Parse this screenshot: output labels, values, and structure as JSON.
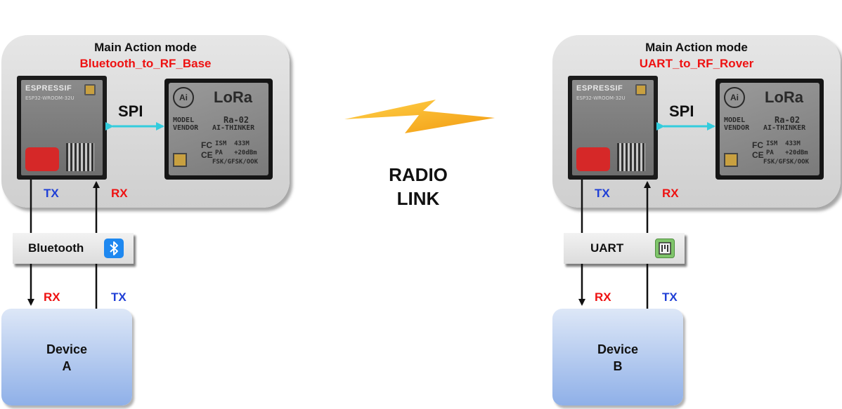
{
  "left": {
    "title": "Main Action mode",
    "subtitle": "Bluetooth_to_RF_Base",
    "esp_brand": "ESPRESSIF",
    "esp_model": "ESP32-WROOM-32U",
    "spi": "SPI",
    "lora_logo": "LoRa",
    "lora_model": "Ra-02",
    "lora_vendor": "AI-THINKER",
    "lora_line1": "MODEL",
    "lora_line2": "VENDOR",
    "lora_ism": "ISM  433M",
    "lora_pa": "PA   +20dBm",
    "lora_mod": "FSK/GFSK/OOK",
    "tx_top": "TX",
    "rx_top": "RX",
    "bar_label": "Bluetooth",
    "rx_bottom": "RX",
    "tx_bottom": "TX",
    "device_line1": "Device",
    "device_line2": "A"
  },
  "right": {
    "title": "Main Action mode",
    "subtitle": "UART_to_RF_Rover",
    "esp_brand": "ESPRESSIF",
    "esp_model": "ESP32-WROOM-32U",
    "spi": "SPI",
    "lora_logo": "LoRa",
    "lora_model": "Ra-02",
    "lora_vendor": "AI-THINKER",
    "lora_line1": "MODEL",
    "lora_line2": "VENDOR",
    "lora_ism": "ISM  433M",
    "lora_pa": "PA   +20dBm",
    "lora_mod": "FSK/GFSK/OOK",
    "tx_top": "TX",
    "rx_top": "RX",
    "bar_label": "UART",
    "rx_bottom": "RX",
    "tx_bottom": "TX",
    "device_line1": "Device",
    "device_line2": "B"
  },
  "center": {
    "radio_line1": "RADIO",
    "radio_line2": "LINK"
  },
  "icons": {
    "bluetooth": "bluetooth-icon",
    "uart": "uart-icon",
    "lightning": "lightning-bolt-icon"
  },
  "colors": {
    "red_text": "#ee1111",
    "blue_text": "#1f3fd6",
    "spi_arrow": "#33ccdd",
    "bolt": "#f5a623",
    "bluetooth_bg": "#1e88f0",
    "uart_bg": "#7fc46a"
  }
}
